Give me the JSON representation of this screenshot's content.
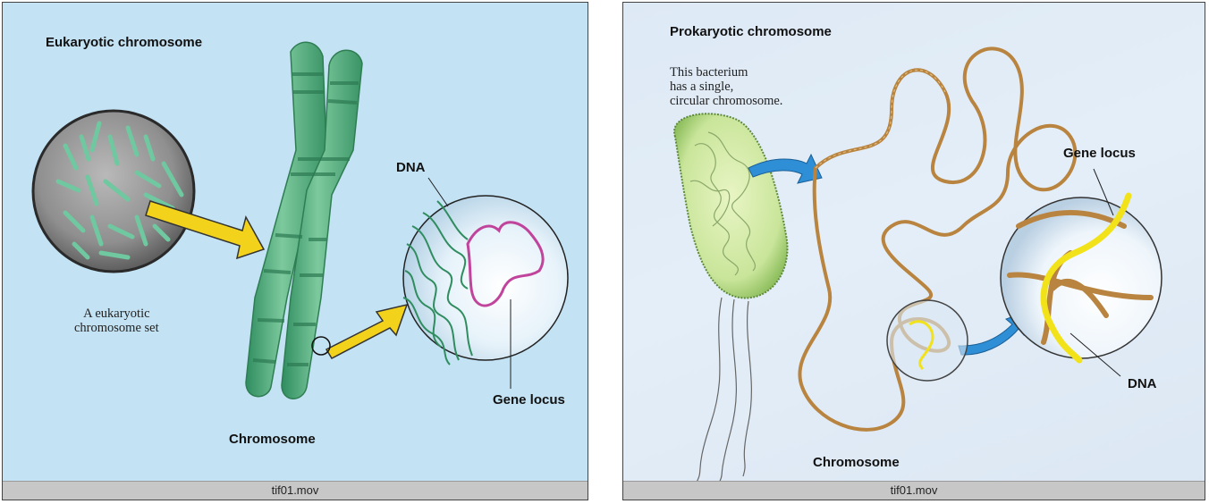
{
  "left_panel": {
    "title": "Eukaryotic   chromosome",
    "set_caption_line1": "A eukaryotic",
    "set_caption_line2": "chromosome set",
    "dna_label": "DNA",
    "gene_locus_label": "Gene locus",
    "chromosome_label": "Chromosome",
    "footer": "tif01.mov"
  },
  "right_panel": {
    "title": "Prokaryotic   chromosome",
    "note_line1": "This bacterium",
    "note_line2": "has a single,",
    "note_line3": "circular chromosome.",
    "gene_locus_label": "Gene locus",
    "dna_label": "DNA",
    "chromosome_label": "Chromosome",
    "footer": "tif01.mov"
  },
  "colors": {
    "left_background": "#c3e2f3",
    "chromosome_green": "#4fa77a",
    "arrow_yellow": "#f3d21c",
    "gene_magenta": "#c0449c",
    "rope_brown": "#b8843f",
    "gene_yellow": "#f2e21a",
    "arrow_blue": "#2f8fd6",
    "bacterium_green": "#c9e59a"
  }
}
